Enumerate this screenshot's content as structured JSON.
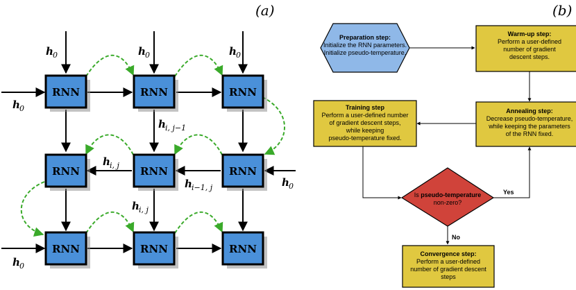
{
  "panel_a": {
    "label": "(a)",
    "rnn_label": "RNN",
    "h0": "h",
    "h0_sub": "0",
    "h_ij_minus": "h",
    "h_ij_minus_sub": "i, j−1",
    "h_ij": "h",
    "h_ij_sub": "i, j",
    "h_im1j": "h",
    "h_im1j_sub": "i−1, j",
    "h_ij2": "h",
    "h_ij2_sub": "i, j"
  },
  "panel_b": {
    "label": "(b)",
    "preparation": {
      "title": "Preparation step:",
      "lines": [
        "Initialize the RNN parameters.",
        "Initialize pseudo-temperature."
      ]
    },
    "warmup": {
      "title": "Warm-up step:",
      "lines": [
        "Perform a user-defined",
        "number of gradient",
        "descent steps."
      ]
    },
    "annealing": {
      "title": "Annealing step:",
      "lines": [
        "Decrease pseudo-temperature,",
        "while keeping the parameters",
        "of the RNN fixed."
      ]
    },
    "training": {
      "title": "Training step",
      "lines": [
        "Perform a user-defined number",
        "of gradient descent steps,",
        "while keeping",
        "pseudo-temperature fixed."
      ]
    },
    "decision": {
      "prefix": "Is ",
      "bold": "pseudo-temperature",
      "line2": "non-zero?"
    },
    "convergence": {
      "title": "Convergence step:",
      "lines": [
        "Perform a user-defined",
        "number of gradient descent",
        "steps"
      ]
    },
    "yes_label": "Yes",
    "no_label": "No"
  },
  "colors": {
    "rnn_fill": "#4a90d9",
    "prep_fill": "#8fb8e8",
    "step_fill": "#e0c840",
    "decision_fill": "#d0433a",
    "dashed_green": "#3aaa2a"
  }
}
